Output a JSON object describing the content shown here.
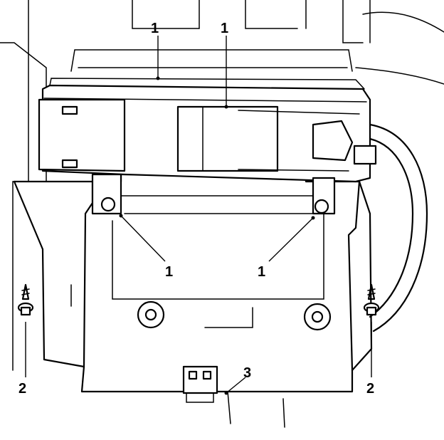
{
  "callouts": {
    "clip_top_left": "1",
    "clip_top_center": "1",
    "fastener_left": "1",
    "fastener_right": "1",
    "screw_left": "2",
    "screw_right": "2",
    "connector": "3"
  },
  "colors": {
    "line": "#000000",
    "background": "#ffffff"
  }
}
